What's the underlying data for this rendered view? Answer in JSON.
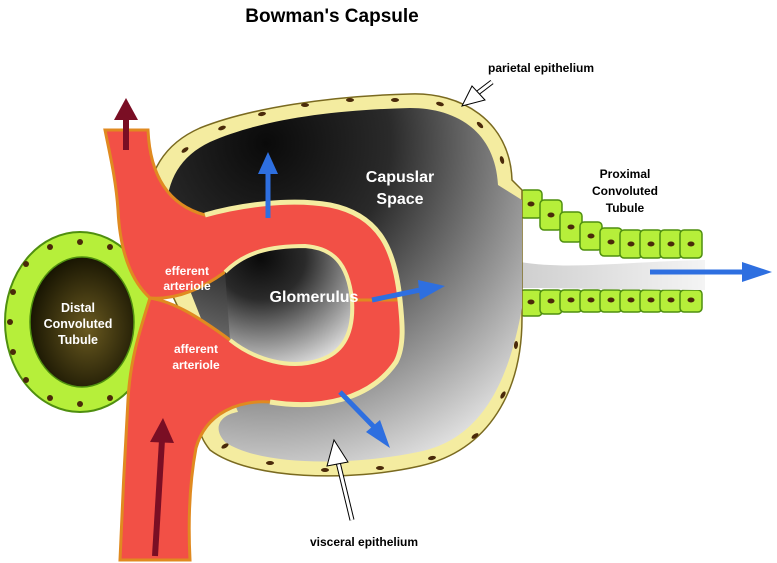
{
  "title": "Bowman's Capsule",
  "labels": {
    "parietal_epithelium": "parietal epithelium",
    "capsular_space": [
      "Capuslar",
      "Space"
    ],
    "proximal_convoluted_tubule": [
      "Proximal",
      "Convoluted",
      "Tubule"
    ],
    "glomerulus": "Glomerulus",
    "efferent_arteriole": [
      "efferent",
      "arteriole"
    ],
    "afferent_arteriole": [
      "afferent",
      "arteriole"
    ],
    "distal_convoluted_tubule": [
      "Distal",
      "Convoluted",
      "Tubule"
    ],
    "visceral_epithelium": "visceral epithelium"
  },
  "colors": {
    "vessel": "#f25046",
    "vessel_border": "#e08a20",
    "capsule_wall": "#f4eca0",
    "capsule_dark": "#0c0c0c",
    "capsule_light": "#dcdcdc",
    "tubule_cells": "#b6ef3a",
    "tubule_cell_border": "#4f8f0f",
    "dct_lumen": "#1a1a00",
    "filtrate_arrow": "#2e6fe0",
    "blood_arrow": "#7a0e24",
    "pointer_arrow": "#ffffff"
  }
}
